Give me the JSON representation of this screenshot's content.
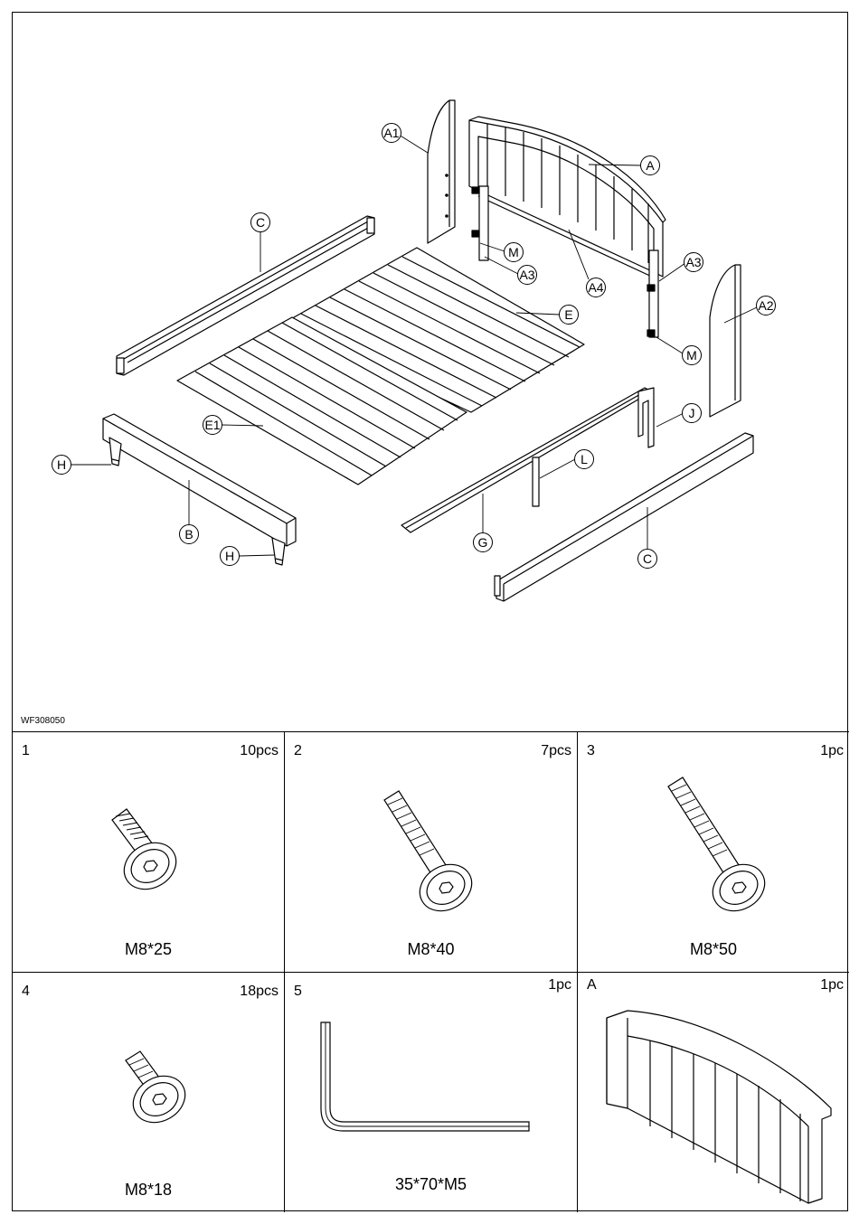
{
  "diagram": {
    "model_code": "WF308050",
    "part_labels": {
      "A": "A",
      "A1": "A1",
      "A2": "A2",
      "A3a": "A3",
      "A3b": "A3",
      "A4": "A4",
      "B": "B",
      "C1": "C",
      "C2": "C",
      "E": "E",
      "E1": "E1",
      "G": "G",
      "H1": "H",
      "H2": "H",
      "J": "J",
      "L": "L",
      "M1": "M",
      "M2": "M"
    }
  },
  "hardware": [
    {
      "index": "1",
      "qty": "10pcs",
      "spec": "M8*25",
      "icon": "bolt-short-icon"
    },
    {
      "index": "2",
      "qty": "7pcs",
      "spec": "M8*40",
      "icon": "bolt-medium-icon"
    },
    {
      "index": "3",
      "qty": "1pc",
      "spec": "M8*50",
      "icon": "bolt-long-icon"
    },
    {
      "index": "4",
      "qty": "18pcs",
      "spec": "M8*18",
      "icon": "bolt-stub-icon"
    },
    {
      "index": "5",
      "qty": "1pc",
      "spec": "35*70*M5",
      "icon": "hex-key-icon"
    },
    {
      "index": "A",
      "qty": "1pc",
      "spec": "",
      "icon": "headboard-panel-icon"
    }
  ]
}
